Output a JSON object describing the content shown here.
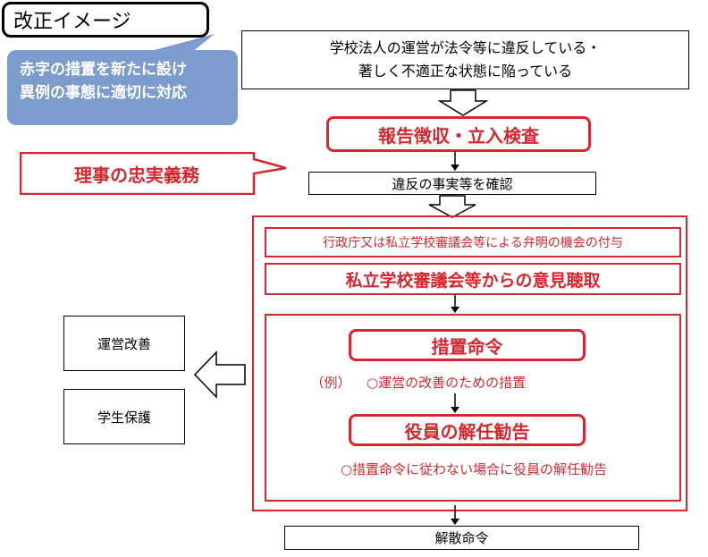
{
  "title": "改正イメージ",
  "callout_note": {
    "line1": "赤字の措置を新たに設け",
    "line2": "異例の事態に適切に対応"
  },
  "statement": {
    "line1": "学校法人の運営が法令等に違反している・",
    "line2": "著しく不適正な状態に陥っている"
  },
  "report": "報告徴収・立入検査",
  "duty": "理事の忠実義務",
  "confirm": "違反の事実等を確認",
  "hearing": "行政庁又は私立学校審議会等による弁明の機会の付与",
  "opinion": "私立学校審議会等からの意見聴取",
  "order": "措置命令",
  "example_label": "（例）",
  "example_text": "○運営の改善のための措置",
  "recommend": "役員の解任勧告",
  "recommend_note": "○措置命令に従わない場合に役員の解任勧告",
  "dissolve": "解散命令",
  "outcomes": {
    "improve": "運営改善",
    "protect": "学生保護"
  },
  "colors": {
    "red": "#d9262e",
    "blue_note": "#7b9ccc",
    "black": "#000000"
  }
}
